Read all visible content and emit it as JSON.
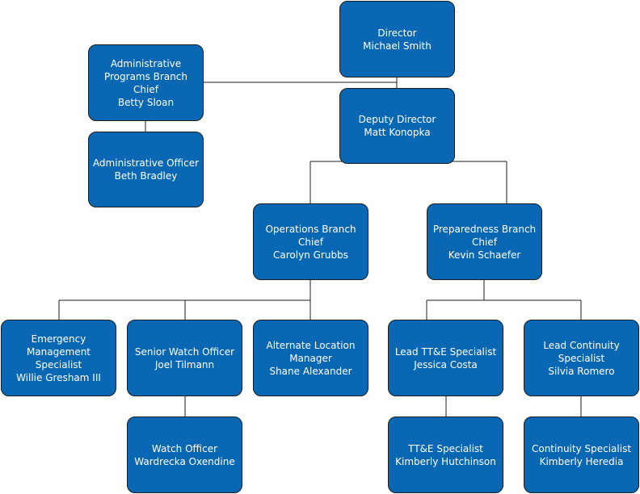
{
  "org_chart": {
    "director": {
      "title": "Director",
      "name": "Michael Smith"
    },
    "deputy_director": {
      "title": "Deputy Director",
      "name": "Matt Konopka"
    },
    "admin_chief": {
      "title_line1": "Administrative",
      "title_line2": "Programs Branch",
      "title_line3": "Chief",
      "name": "Betty Sloan"
    },
    "admin_officer": {
      "title": "Administrative Officer",
      "name": "Beth Bradley"
    },
    "operations_chief": {
      "title_line1": "Operations Branch",
      "title_line2": "Chief",
      "name": "Carolyn Grubbs"
    },
    "preparedness_chief": {
      "title_line1": "Preparedness Branch",
      "title_line2": "Chief",
      "name": "Kevin Schaefer"
    },
    "em_specialist": {
      "title_line1": "Emergency",
      "title_line2": "Management",
      "title_line3": "Specialist",
      "name": "Willie Gresham III"
    },
    "senior_watch_officer": {
      "title": "Senior Watch Officer",
      "name": "Joel Tilmann"
    },
    "alt_location_manager": {
      "title_line1": "Alternate Location",
      "title_line2": "Manager",
      "name": "Shane Alexander"
    },
    "lead_tte": {
      "title": "Lead TT&E Specialist",
      "name": "Jessica Costa"
    },
    "lead_continuity": {
      "title_line1": "Lead Continuity",
      "title_line2": "Specialist",
      "name": "Silvia Romero"
    },
    "watch_officer": {
      "title": "Watch Officer",
      "name": "Wardrecka Oxendine"
    },
    "tte_specialist": {
      "title": "TT&E Specialist",
      "name": "Kimberly Hutchinson"
    },
    "continuity_specialist": {
      "title": "Continuity Specialist",
      "name": "Kimberly Heredia"
    }
  },
  "colors": {
    "box_fill": "#0a67b3",
    "box_border": "#1d1d1d",
    "connector": "#1d1d1d",
    "text": "#ffffff"
  }
}
